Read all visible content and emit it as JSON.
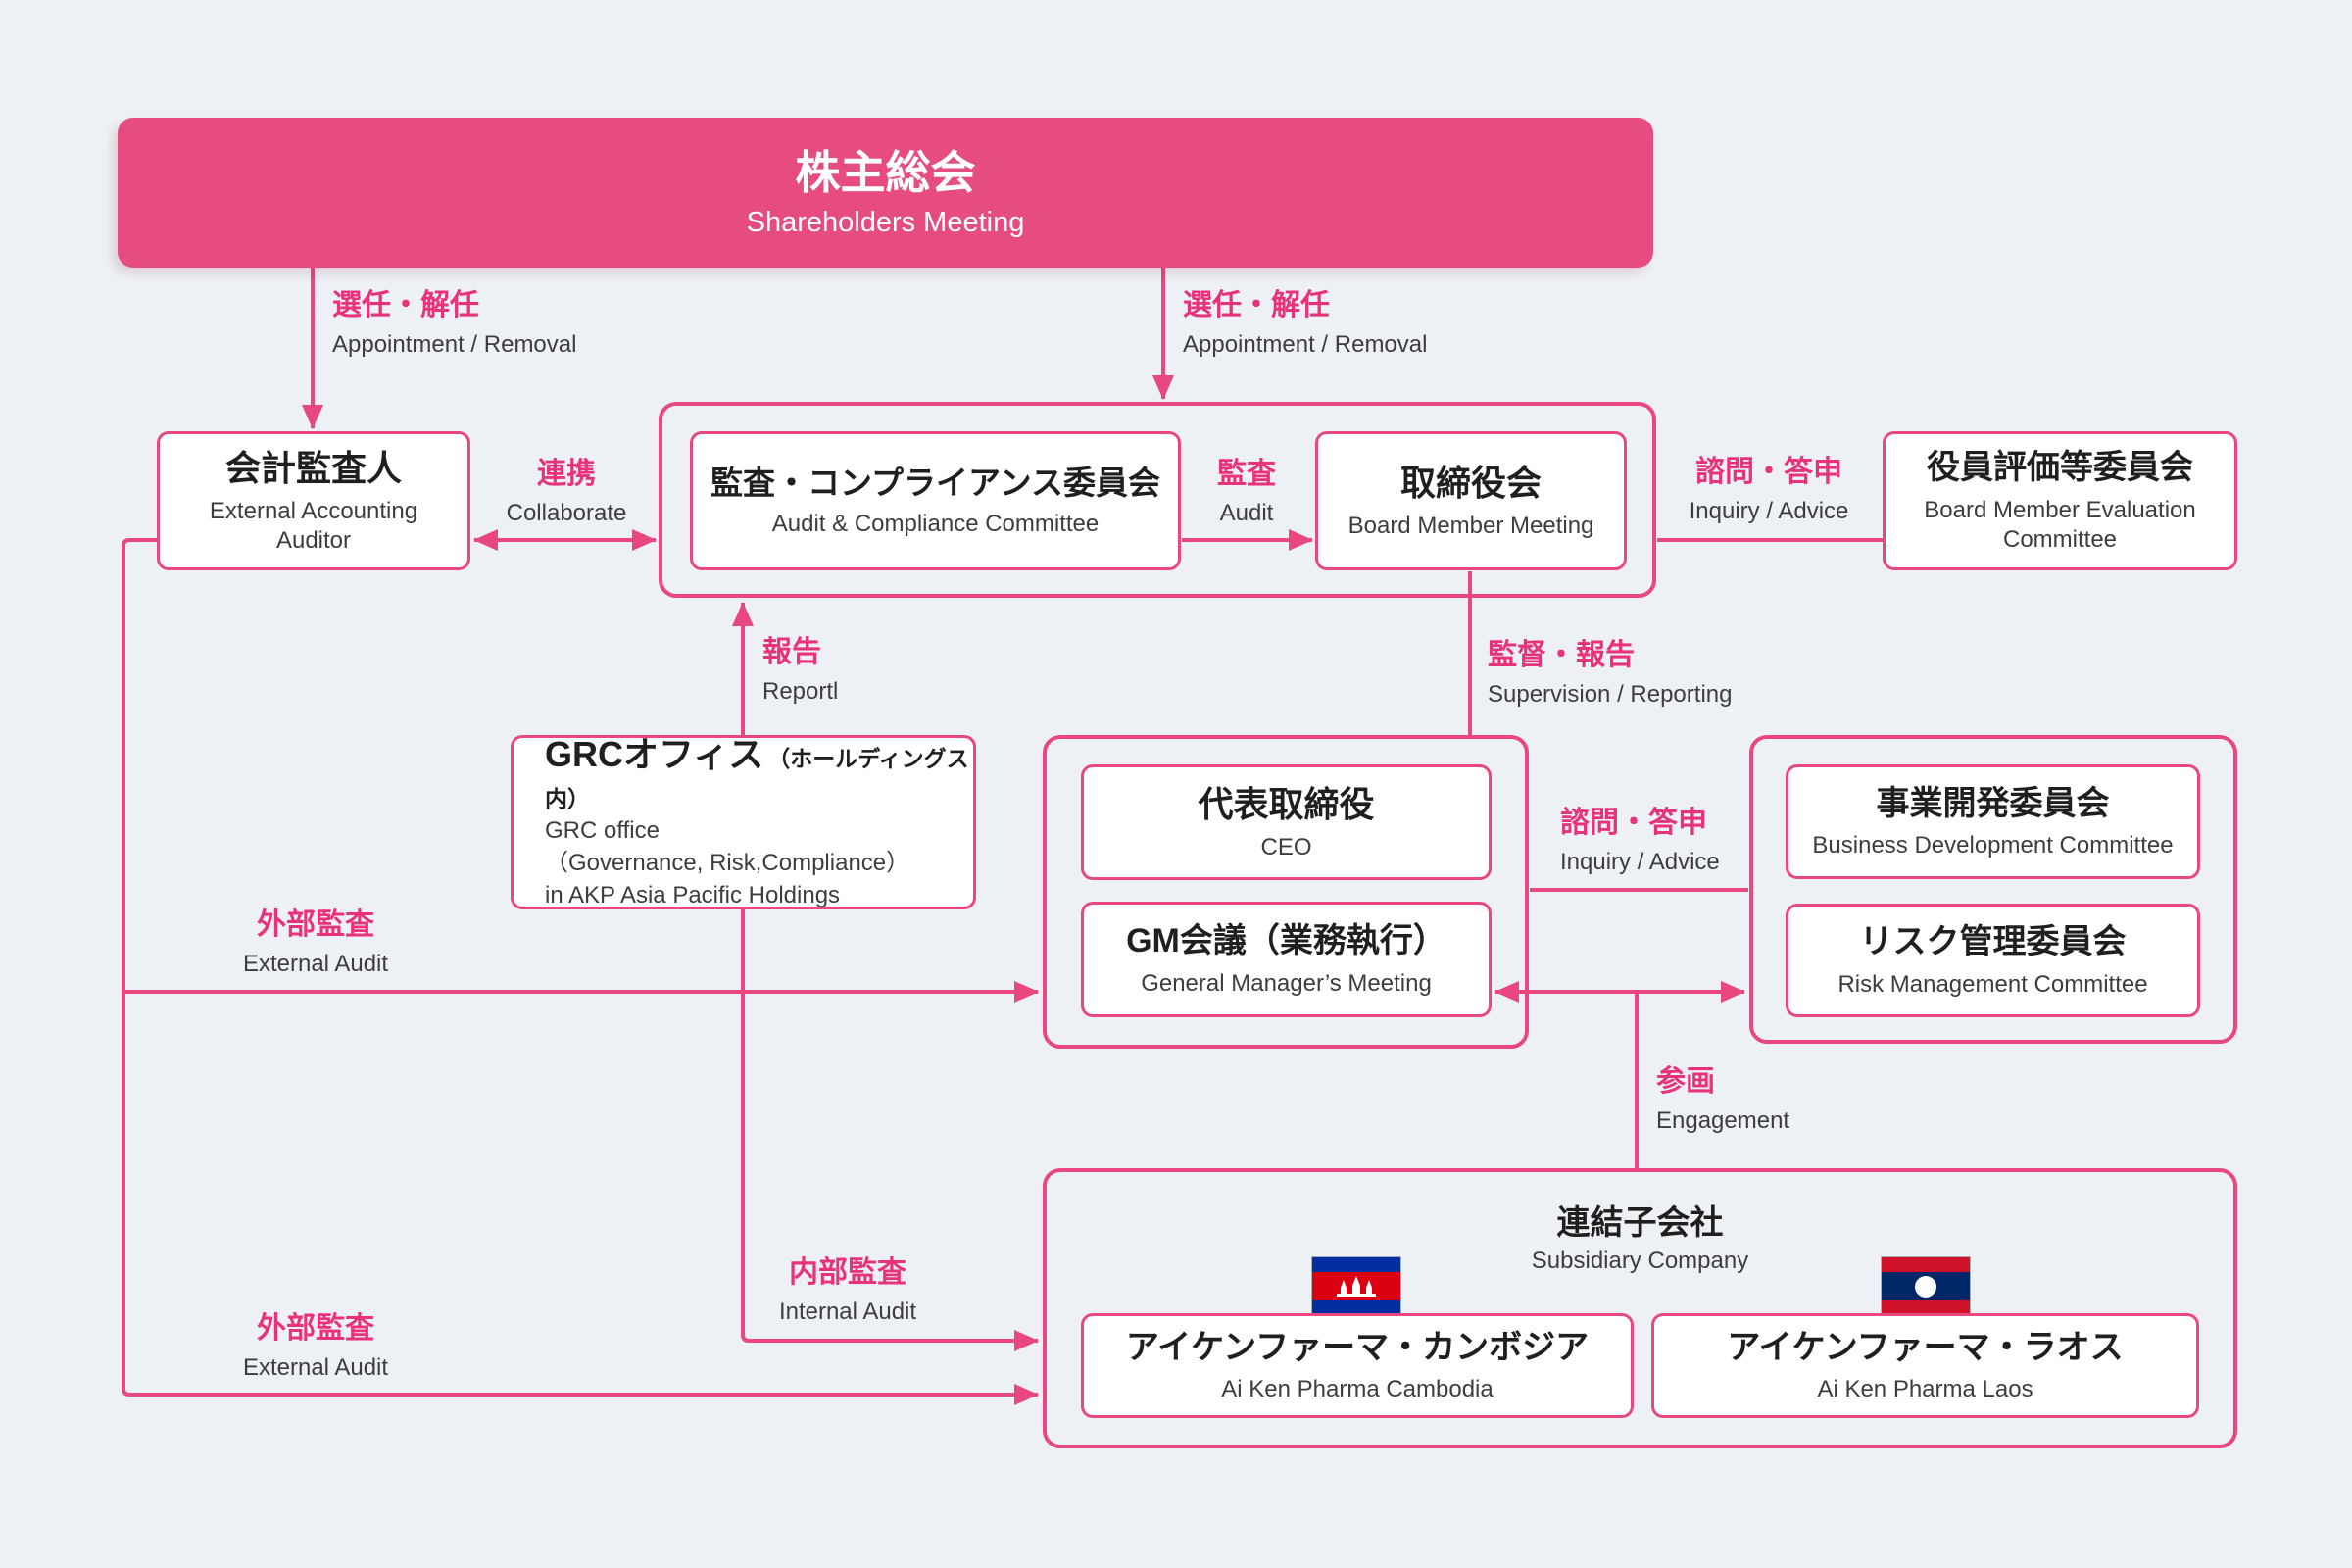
{
  "colors": {
    "accent_pink": "#e8477f",
    "label_pink": "#e8337a",
    "background": "#edf1f5",
    "banner_pink": "#e74c80",
    "cambodia_blue": "#032ea1",
    "cambodia_red": "#da0010",
    "laos_red": "#ce1126",
    "laos_blue": "#002868"
  },
  "banner": {
    "jp": "株主総会",
    "en": "Shareholders Meeting"
  },
  "nodes": {
    "accounting_auditor": {
      "jp": "会計監査人",
      "en1": "External Accounting",
      "en2": "Auditor"
    },
    "audit_compliance_committee": {
      "jp": "監査・コンプライアンス委員会",
      "en": "Audit & Compliance Committee"
    },
    "board_member_meeting": {
      "jp": "取締役会",
      "en": "Board Member Meeting"
    },
    "board_member_evaluation_committee": {
      "jp": "役員評価等委員会",
      "en1": "Board Member Evaluation",
      "en2": "Committee"
    },
    "grc_office": {
      "jp": "GRCオフィス",
      "jp_note": "（ホールディングス内）",
      "en1": "GRC office",
      "en2": "（Governance, Risk,Compliance）",
      "en3": "in AKP Asia Pacific Holdings"
    },
    "ceo": {
      "jp": "代表取締役",
      "en": "CEO"
    },
    "gm_meeting": {
      "jp": "GM会議（業務執行）",
      "en": "General Manager’s Meeting"
    },
    "business_development_committee": {
      "jp": "事業開発委員会",
      "en": "Business Development Committee"
    },
    "risk_management_committee": {
      "jp": "リスク管理委員会",
      "en": "Risk Management Committee"
    },
    "subsidiary_company": {
      "jp": "連結子会社",
      "en": "Subsidiary Company"
    },
    "ai_ken_pharma_cambodia": {
      "jp": "アイケンファーマ・カンボジア",
      "en": "Ai Ken Pharma Cambodia"
    },
    "ai_ken_pharma_laos": {
      "jp": "アイケンファーマ・ラオス",
      "en": "Ai Ken Pharma Laos"
    }
  },
  "labels": {
    "appointment_removal_left": {
      "jp": "選任・解任",
      "en": "Appointment / Removal"
    },
    "appointment_removal_right": {
      "jp": "選任・解任",
      "en": "Appointment / Removal"
    },
    "collaborate": {
      "jp": "連携",
      "en": "Collaborate"
    },
    "audit": {
      "jp": "監査",
      "en": "Audit"
    },
    "inquiry_advice_top": {
      "jp": "諮問・答申",
      "en": "Inquiry / Advice"
    },
    "report": {
      "jp": "報告",
      "en": "Reportl"
    },
    "supervision_reporting": {
      "jp": "監督・報告",
      "en": "Supervision / Reporting"
    },
    "inquiry_advice_middle": {
      "jp": "諮問・答申",
      "en": "Inquiry / Advice"
    },
    "external_audit_top": {
      "jp": "外部監査",
      "en": "External Audit"
    },
    "internal_audit": {
      "jp": "内部監査",
      "en": "Internal Audit"
    },
    "external_audit_bottom": {
      "jp": "外部監査",
      "en": "External Audit"
    },
    "engagement": {
      "jp": "参画",
      "en": "Engagement"
    }
  }
}
